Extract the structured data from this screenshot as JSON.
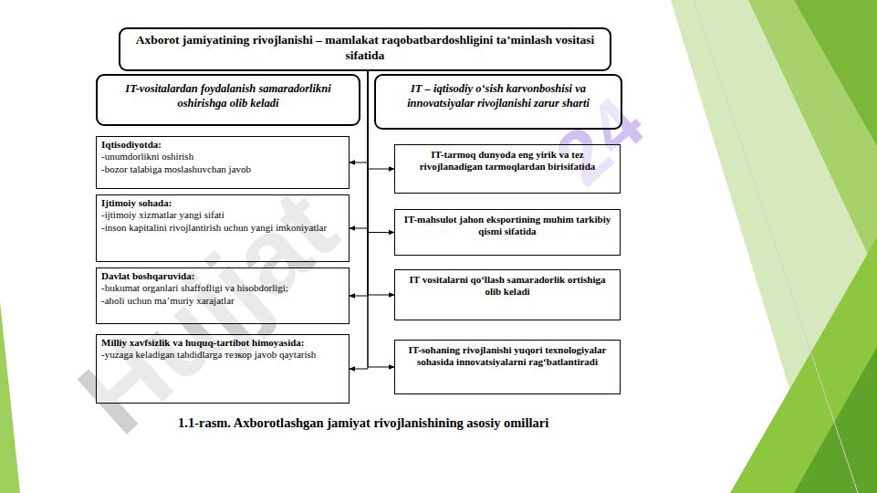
{
  "diagram": {
    "caption": "1.1-rasm. Axborotlashgan jamiyat rivojlanishining asosiy omillari",
    "nodes": [
      {
        "text": [
          "Axborot jamiyatining rivojlanishi – mamlakat raqobatbardoshligini ta’minlash vositasi sifatida"
        ]
      },
      {
        "text": [
          "IT-vositalardan foydalanish samaradorlikni oshirishga olib keladi"
        ]
      },
      {
        "text": [
          "IT – iqtisodiy o‘sish karvonboshisi va innovatsiyalar rivojlanishi zarur sharti"
        ]
      },
      {
        "text": [
          "Iqtisodiyotda:",
          "-unumdorlikni oshirish",
          "-bozor talabiga moslashuvchan javob"
        ]
      },
      {
        "text": [
          "Ijtimoiy sohada:",
          "-ijtimoiy xizmatlar yangi sifati",
          "-inson kapitalini rivojlantirish uchun yangi imkoniyatlar"
        ]
      },
      {
        "text": [
          "Davlat boshqaruvida:",
          "-hukumat organlari shaffofligi va hisobdorligi;",
          "-aholi uchun ma’muriy xarajatlar"
        ]
      },
      {
        "text": [
          "Milliy xavfsizlik va huquq-tartibot himoyasida:",
          "-yuzaga keladigan tahdidlarga тезкор javob qaytarish"
        ]
      },
      {
        "text": [
          "IT-tarmoq dunyoda eng yirik va tez rivojlanadigan tarmoqlardan birisifatida"
        ]
      },
      {
        "text": [
          "IT-mahsulot jahon eksportining muhim tarkibiy qismi sifatida"
        ]
      },
      {
        "text": [
          "IT vositalarni qo‘llash samaradorlik ortishiga olib keladi"
        ]
      },
      {
        "text": [
          "IT-sohaning rivojlanishi yuqori texnologiyalar sohasida innovatsiyalarni rag‘batlantiradi"
        ]
      }
    ],
    "edges": [
      {
        "from": 0,
        "to": 3,
        "arrow": "to"
      },
      {
        "from": 0,
        "to": 4,
        "arrow": "to"
      },
      {
        "from": 0,
        "to": 5,
        "arrow": "to"
      },
      {
        "from": 0,
        "to": 6,
        "arrow": "to"
      },
      {
        "from": 0,
        "to": 7,
        "arrow": "to"
      },
      {
        "from": 0,
        "to": 8,
        "arrow": "to"
      },
      {
        "from": 0,
        "to": 9,
        "arrow": "to"
      },
      {
        "from": 0,
        "to": 10,
        "arrow": "to"
      }
    ],
    "labels": [
      "Hujjat",
      "24"
    ]
  }
}
